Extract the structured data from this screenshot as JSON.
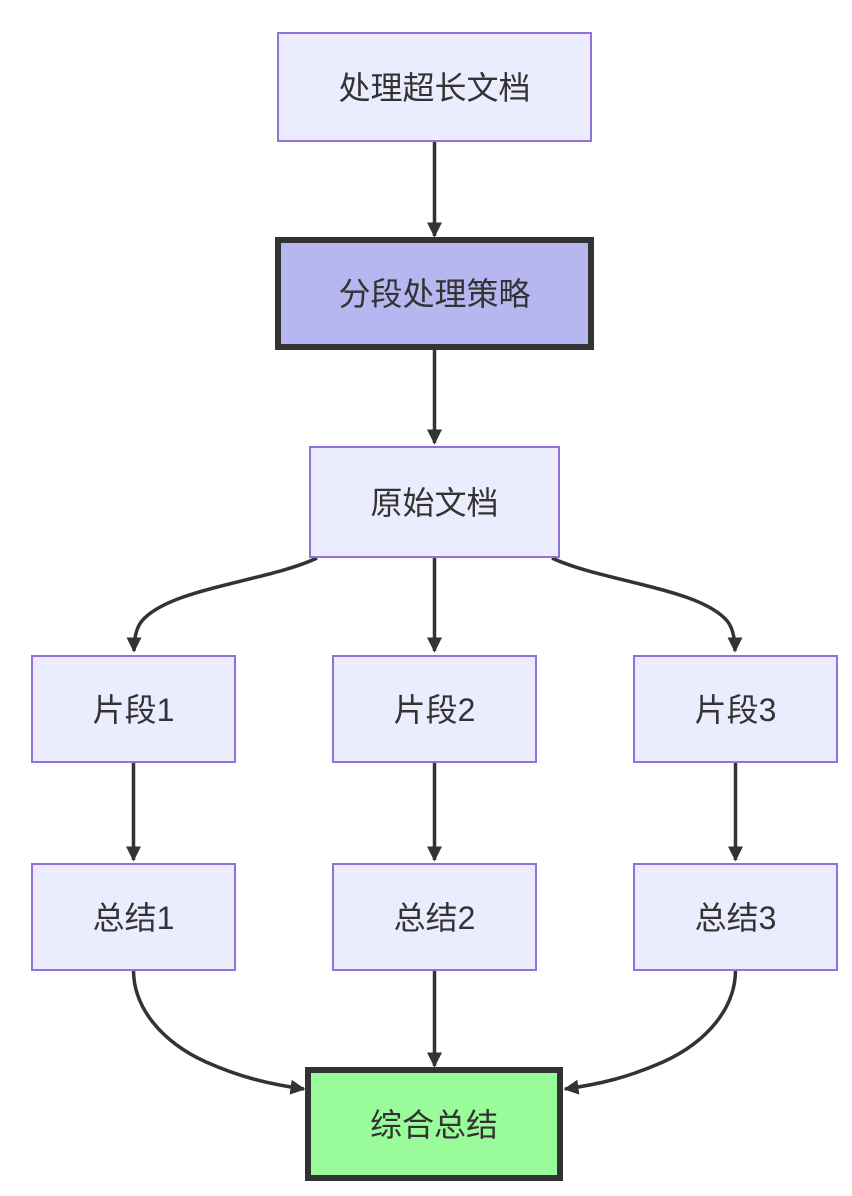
{
  "diagram": {
    "type": "flowchart-top-down",
    "nodes": [
      {
        "id": "process-long-doc",
        "label": "处理超长文档",
        "style": "default"
      },
      {
        "id": "segment-strategy",
        "label": "分段处理策略",
        "style": "purple-highlight"
      },
      {
        "id": "original-doc",
        "label": "原始文档",
        "style": "default"
      },
      {
        "id": "fragment-1",
        "label": "片段1",
        "style": "default"
      },
      {
        "id": "fragment-2",
        "label": "片段2",
        "style": "default"
      },
      {
        "id": "fragment-3",
        "label": "片段3",
        "style": "default"
      },
      {
        "id": "summary-1",
        "label": "总结1",
        "style": "default"
      },
      {
        "id": "summary-2",
        "label": "总结2",
        "style": "default"
      },
      {
        "id": "summary-3",
        "label": "总结3",
        "style": "default"
      },
      {
        "id": "combined-summary",
        "label": "综合总结",
        "style": "green-highlight"
      }
    ],
    "edges": [
      {
        "from": "process-long-doc",
        "to": "segment-strategy"
      },
      {
        "from": "segment-strategy",
        "to": "original-doc"
      },
      {
        "from": "original-doc",
        "to": "fragment-1"
      },
      {
        "from": "original-doc",
        "to": "fragment-2"
      },
      {
        "from": "original-doc",
        "to": "fragment-3"
      },
      {
        "from": "fragment-1",
        "to": "summary-1"
      },
      {
        "from": "fragment-2",
        "to": "summary-2"
      },
      {
        "from": "fragment-3",
        "to": "summary-3"
      },
      {
        "from": "summary-1",
        "to": "combined-summary"
      },
      {
        "from": "summary-2",
        "to": "combined-summary"
      },
      {
        "from": "summary-3",
        "to": "combined-summary"
      }
    ],
    "colors": {
      "node_fill": "#ECECFF",
      "node_border": "#9370DB",
      "highlight_fill": "#B6B6F0",
      "highlight_border": "#333333",
      "green_fill": "#99FB99",
      "edge": "#333333",
      "text": "#333333",
      "background": "#ffffff"
    }
  }
}
